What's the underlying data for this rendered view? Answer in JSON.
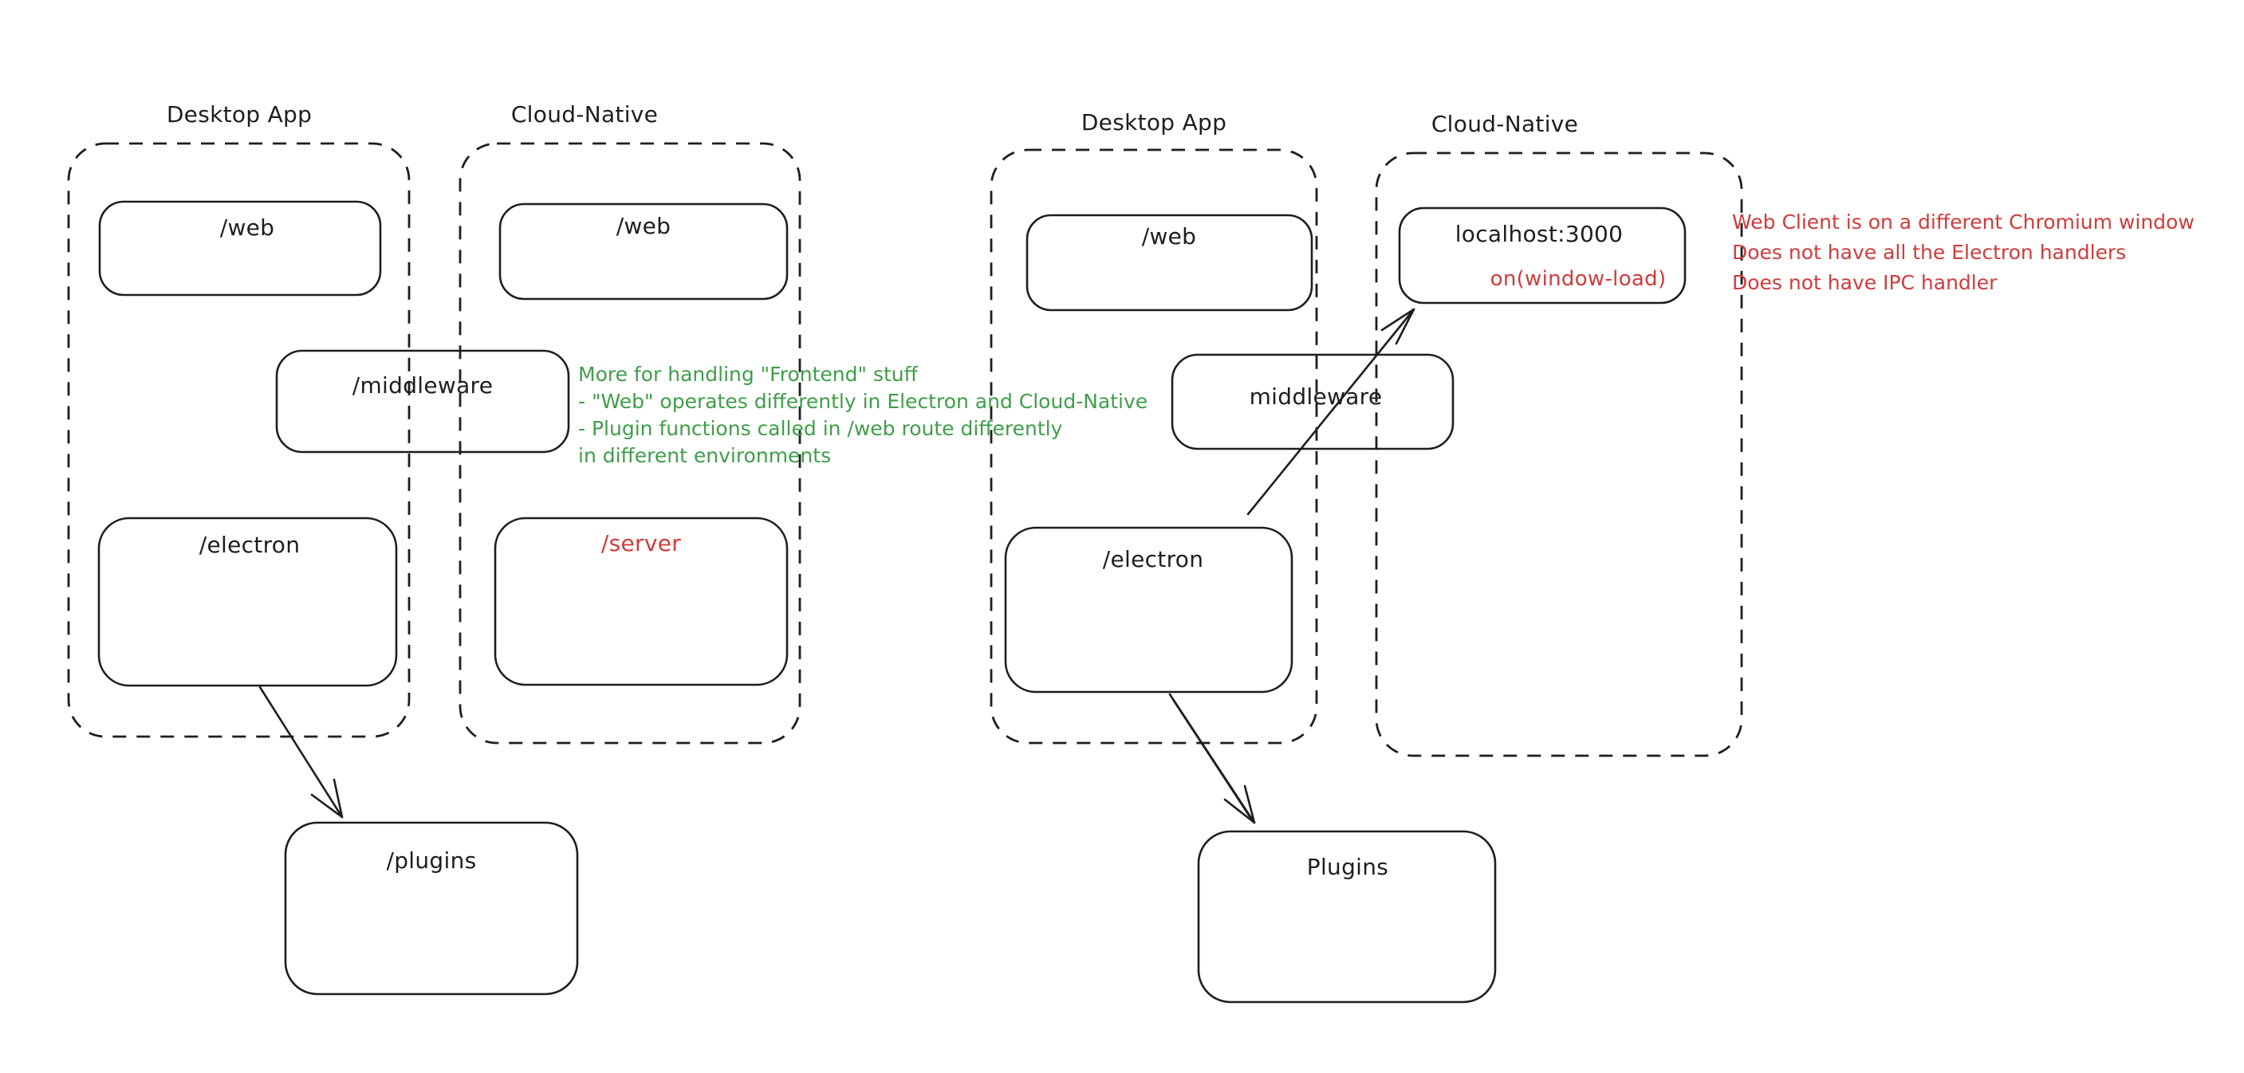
{
  "colors": {
    "ink": "#1e1e1e",
    "red": "#d13b3b",
    "green": "#3f9e49",
    "background": "#ffffff"
  },
  "left": {
    "desktop_label": "Desktop App",
    "cloud_label": "Cloud-Native",
    "web_desktop": "/web",
    "web_cloud": "/web",
    "middleware": "/middleware",
    "electron": "/electron",
    "server": "/server",
    "plugins": "/plugins",
    "note_lines": [
      "More for handling \"Frontend\" stuff",
      "- \"Web\" operates differently in Electron and Cloud-Native",
      "- Plugin functions called in /web route differently",
      "in different environments"
    ]
  },
  "right": {
    "desktop_label": "Desktop App",
    "cloud_label": "Cloud-Native",
    "web": "/web",
    "middleware": "middleware",
    "electron": "/electron",
    "localhost": "localhost:3000",
    "localhost_event": "on(window-load)",
    "plugins": "Plugins",
    "note_lines": [
      "Web Client is on a different Chromium window",
      "Does not have all the Electron handlers",
      "Does not have IPC handler"
    ]
  }
}
